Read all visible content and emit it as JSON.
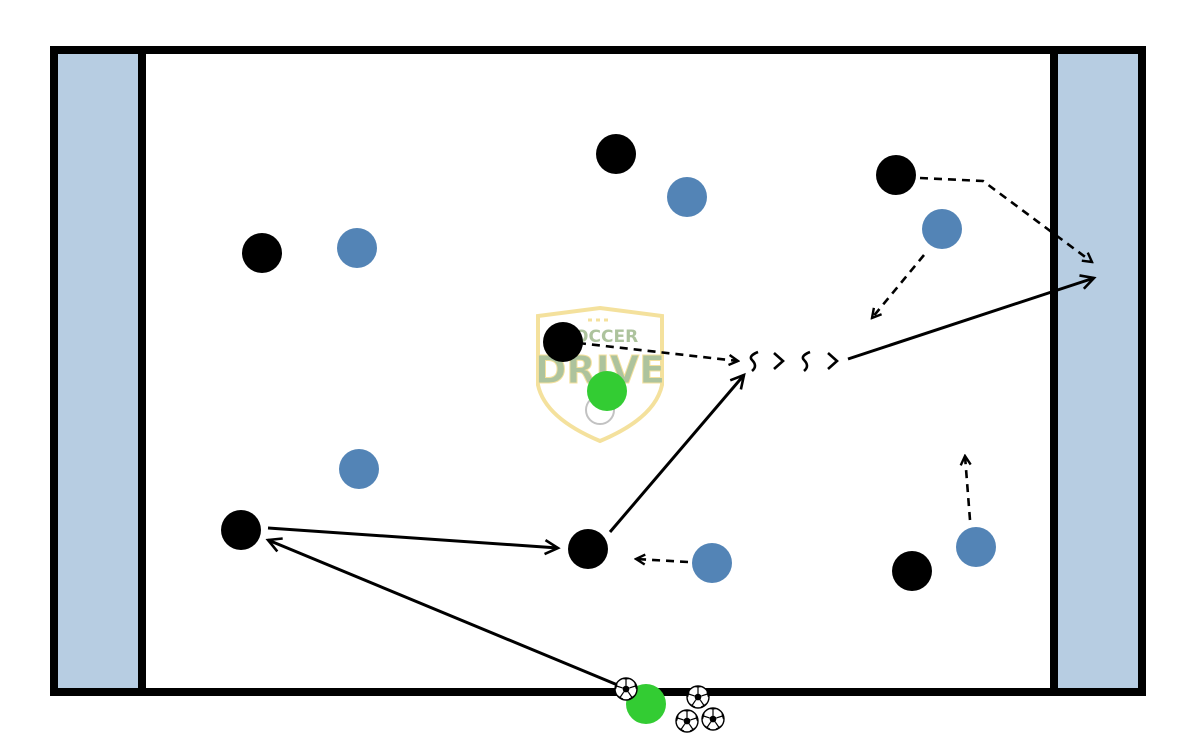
{
  "colors": {
    "background": "#ffffff",
    "end_zone": "#b7cde2",
    "border": "#000000",
    "attacker": "#000000",
    "defender": "#5384b6",
    "neutral": "#33cc33",
    "watermark_gold": "#f3dc8c",
    "watermark_green": "#9fb98c",
    "watermark_grey": "#b8b8b8"
  },
  "legend_of_marks": {
    "pass": "solid-arrow",
    "run": "dashed-arrow",
    "dribble": "wavy-arrow"
  },
  "icons": [
    "soccer-ball-icon"
  ],
  "watermark": {
    "line1": "SOCCER",
    "line2": "DRIVE"
  }
}
